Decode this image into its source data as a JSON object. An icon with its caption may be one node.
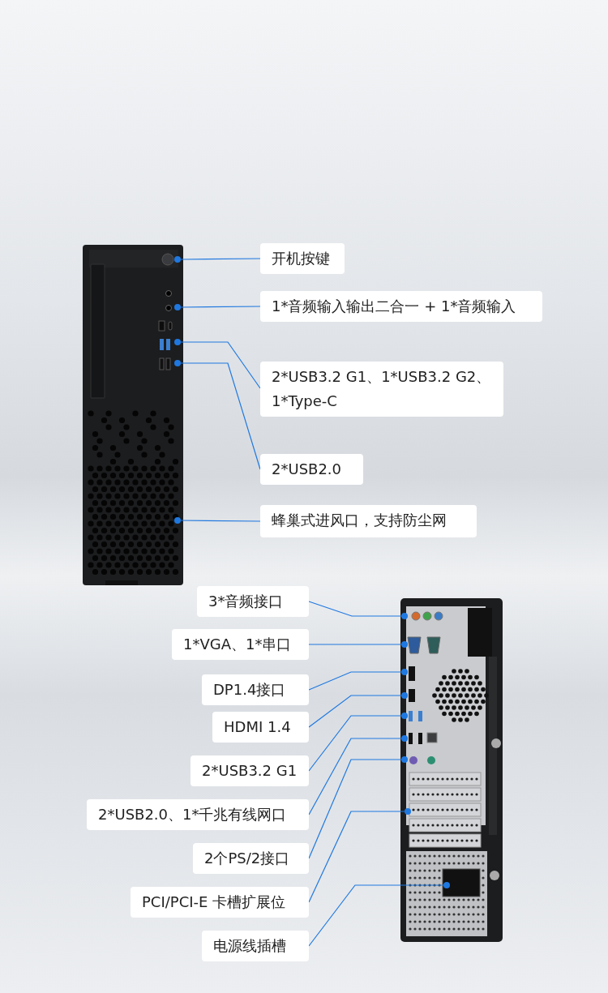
{
  "diagram": {
    "nodes": [
      {
        "text": [
          "开机按键"
        ]
      },
      {
        "text": [
          "1*音频输入输出二合一 + 1*音频输入"
        ]
      },
      {
        "text": [
          "2*USB3.2 G1、1*USB3.2 G2、1*Type-C"
        ]
      },
      {
        "text": [
          "2*USB2.0"
        ]
      },
      {
        "text": [
          "蜂巢式进风口，支持防尘网"
        ]
      },
      {
        "text": [
          "3*音频接口"
        ]
      },
      {
        "text": [
          "1*VGA、1*串口"
        ]
      },
      {
        "text": [
          "DP1.4接口"
        ]
      },
      {
        "text": [
          "HDMI 1.4"
        ]
      },
      {
        "text": [
          "2*USB3.2 G1"
        ]
      },
      {
        "text": [
          "2*USB2.0、1*千兆有线网口"
        ]
      },
      {
        "text": [
          "2个PS/2接口"
        ]
      },
      {
        "text": [
          "PCI/PCI-E 卡槽扩展位"
        ]
      },
      {
        "text": [
          "电源线插槽"
        ]
      },
      {
        "text": [],
        "shape": "circle"
      },
      {
        "text": [],
        "shape": "circle"
      },
      {
        "text": [],
        "shape": "circle"
      },
      {
        "text": [],
        "shape": "circle"
      },
      {
        "text": [],
        "shape": "circle"
      },
      {
        "text": [],
        "shape": "circle"
      },
      {
        "text": [],
        "shape": "circle"
      },
      {
        "text": [],
        "shape": "circle"
      },
      {
        "text": [],
        "shape": "circle"
      },
      {
        "text": [],
        "shape": "circle"
      },
      {
        "text": [],
        "shape": "circle"
      },
      {
        "text": [],
        "shape": "circle"
      },
      {
        "text": [],
        "shape": "circle"
      },
      {
        "text": [],
        "shape": "circle"
      }
    ],
    "edges": [
      {
        "from": 0,
        "to": 14,
        "arrow": "none"
      },
      {
        "from": 1,
        "to": 15,
        "arrow": "none"
      },
      {
        "from": 2,
        "to": 16,
        "arrow": "none"
      },
      {
        "from": 3,
        "to": 17,
        "arrow": "none"
      },
      {
        "from": 4,
        "to": 18,
        "arrow": "none"
      },
      {
        "from": 5,
        "to": 19,
        "arrow": "none"
      },
      {
        "from": 6,
        "to": 20,
        "arrow": "none"
      },
      {
        "from": 7,
        "to": 21,
        "arrow": "none"
      },
      {
        "from": 8,
        "to": 22,
        "arrow": "none"
      },
      {
        "from": 9,
        "to": 23,
        "arrow": "none"
      },
      {
        "from": 10,
        "to": 24,
        "arrow": "none"
      },
      {
        "from": 11,
        "to": 25,
        "arrow": "none"
      },
      {
        "from": 12,
        "to": 26,
        "arrow": "none"
      },
      {
        "from": 13,
        "to": 27,
        "arrow": "none"
      }
    ]
  }
}
